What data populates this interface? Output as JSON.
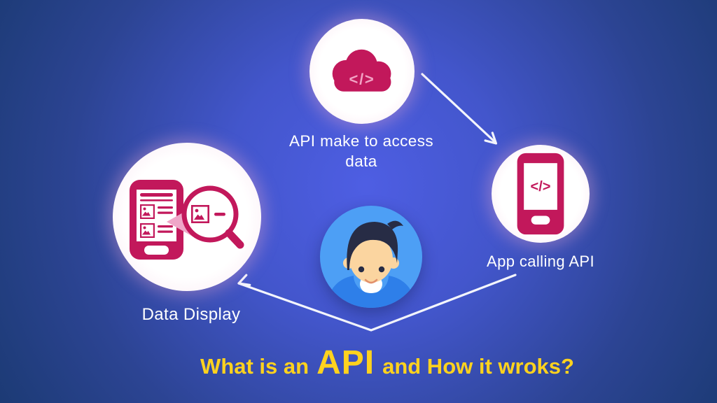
{
  "title": {
    "part1": "What is an",
    "highlight": "API",
    "part2": "and How it wroks?",
    "color": "#FFD21E"
  },
  "nodes": {
    "api_cloud": {
      "label_line1": "API make to access",
      "label_line2": "data",
      "icon": "cloud-code-icon",
      "code_glyph": "</>"
    },
    "app_phone": {
      "label": "App calling API",
      "icon": "phone-code-icon",
      "code_glyph": "</>"
    },
    "data_display": {
      "label": "Data Display",
      "icon": "phone-magnifier-icon"
    },
    "user": {
      "icon": "person-avatar"
    }
  },
  "colors": {
    "background_center": "#4C5CE1",
    "background_edge": "#1B3A73",
    "icon_pink": "#C2185B",
    "icon_light_pink": "#F0A6C8",
    "circle_fill": "#FFFFFF",
    "label_text": "#FFFFFF",
    "arrow": "#F3F5FC",
    "avatar_bg": "#4D9FF5",
    "title_yellow": "#FFD21E"
  }
}
